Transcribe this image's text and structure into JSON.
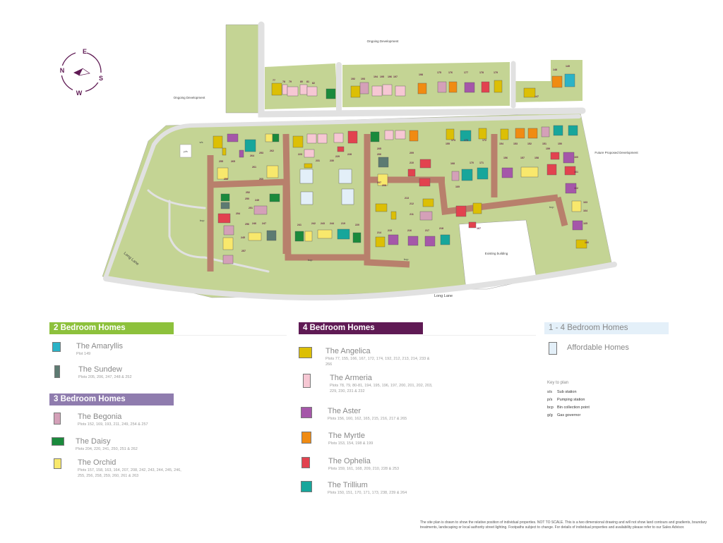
{
  "compass": {
    "n": "N",
    "e": "E",
    "s": "S",
    "w": "W"
  },
  "map_labels": {
    "ongoing_north": "Ongoing Development",
    "ongoing_west": "Ongoing Development",
    "future": "Future Proposed Development",
    "existing": "Existing building",
    "long_lane_west": "Long Lane",
    "long_lane_south": "Long Lane",
    "ss": "s/s",
    "ps": "p/s",
    "bcp": "bcp"
  },
  "plot_labels": [
    "77",
    "78",
    "79",
    "80",
    "81",
    "82",
    "192",
    "193",
    "194",
    "195",
    "196",
    "197",
    "198",
    "175",
    "176",
    "177",
    "178",
    "179",
    "148",
    "149",
    "147",
    "253",
    "255",
    "259",
    "260",
    "261",
    "262",
    "264",
    "265",
    "223",
    "231",
    "230",
    "229",
    "228",
    "241",
    "242",
    "243",
    "244",
    "219",
    "220",
    "205",
    "206",
    "207",
    "208",
    "209",
    "210",
    "211",
    "212",
    "213",
    "214",
    "215",
    "216",
    "217",
    "218",
    "172",
    "173",
    "174",
    "168",
    "170",
    "171",
    "155",
    "154",
    "153",
    "152",
    "151",
    "150",
    "156",
    "157",
    "158",
    "159",
    "160",
    "161",
    "162",
    "163",
    "164",
    "165",
    "166",
    "167",
    "169",
    "250",
    "249",
    "251",
    "252",
    "254",
    "256",
    "257",
    "245",
    "246",
    "247",
    "248"
  ],
  "colors": {
    "amaryllis": "#2bb3c7",
    "sundew": "#5d7b72",
    "begonia": "#d4a0b8",
    "daisy": "#1a8a3c",
    "orchid": "#f8e86c",
    "angelica": "#dcbf05",
    "armeria": "#f6c7d3",
    "aster": "#a557a9",
    "myrtle": "#f08b12",
    "ophelia": "#e2424f",
    "trillium": "#17a69b",
    "affordable": "#e3eff8",
    "land": "#c4d494",
    "road": "#e1e1e1",
    "brick": "#b8806c",
    "hdr2": "#8dc13c",
    "hdr3": "#8f7cae",
    "hdr4": "#5f1a54",
    "hdr14": "#e4f0f9",
    "compass": "#5f1a54"
  },
  "legend": {
    "two": {
      "title": "2 Bedroom Homes",
      "items": [
        {
          "name": "The Amaryllis",
          "plots": "Plot 149",
          "type": "amaryllis"
        },
        {
          "name": "The Sundew",
          "plots": "Plots 205, 206, 247, 248 & 252",
          "type": "sundew"
        }
      ]
    },
    "three": {
      "title": "3 Bedroom Homes",
      "items": [
        {
          "name": "The Begonia",
          "plots": "Plots 152, 169, 193, 211, 249, 254 & 257",
          "type": "begonia"
        },
        {
          "name": "The Daisy",
          "plots": "Plots 204, 220, 241, 250, 251 & 262",
          "type": "daisy"
        },
        {
          "name": "The Orchid",
          "plots": "Plots 157, 158, 163, 164, 207, 208, 242, 243, 244, 245, 246, 255, 256, 258, 259, 260, 261 & 263",
          "type": "orchid"
        }
      ]
    },
    "four": {
      "title": "4 Bedroom Homes",
      "items": [
        {
          "name": "The Angelica",
          "plots": "Plots 77, 155, 166, 167, 172, 174, 192, 212, 213, 214, 233 & 266",
          "type": "angelica"
        },
        {
          "name": "The Armeria",
          "plots": "Plots 78, 79, 80-81, 194, 195, 196, 197, 200, 201, 202, 203, 229, 230, 231 & 232",
          "type": "armeria"
        },
        {
          "name": "The Aster",
          "plots": "Plots 156, 160, 162, 165, 215, 216, 217 & 265",
          "type": "aster"
        },
        {
          "name": "The Myrtle",
          "plots": "Plots 153, 154, 198 & 199",
          "type": "myrtle"
        },
        {
          "name": "The Ophelia",
          "plots": "Plots 159, 161, 168, 209, 210, 228 & 253",
          "type": "ophelia"
        },
        {
          "name": "The Trillium",
          "plots": "Plots 150, 151, 170, 171, 173, 238, 239 & 264",
          "type": "trillium"
        }
      ]
    },
    "onefour": {
      "title": "1 - 4 Bedroom Homes",
      "items": [
        {
          "name": "Affordable Homes",
          "type": "affordable"
        }
      ]
    }
  },
  "key": {
    "title": "Key to plan",
    "rows": [
      {
        "code": "s/s",
        "label": "Sub station"
      },
      {
        "code": "p/s",
        "label": "Pumping station"
      },
      {
        "code": "bcp",
        "label": "Bin collection point"
      },
      {
        "code": "g/g",
        "label": "Gas governor"
      }
    ]
  },
  "disclaimer": "The site plan is drawn to show the relative position of individual properties. NOT TO SCALE. This is a two dimensional drawing and will not show land contours and gradients, boundary treatments, landscaping or local authority street lighting. Footpaths subject to change. For details of individual properties and availability please refer to our Sales Advisor."
}
